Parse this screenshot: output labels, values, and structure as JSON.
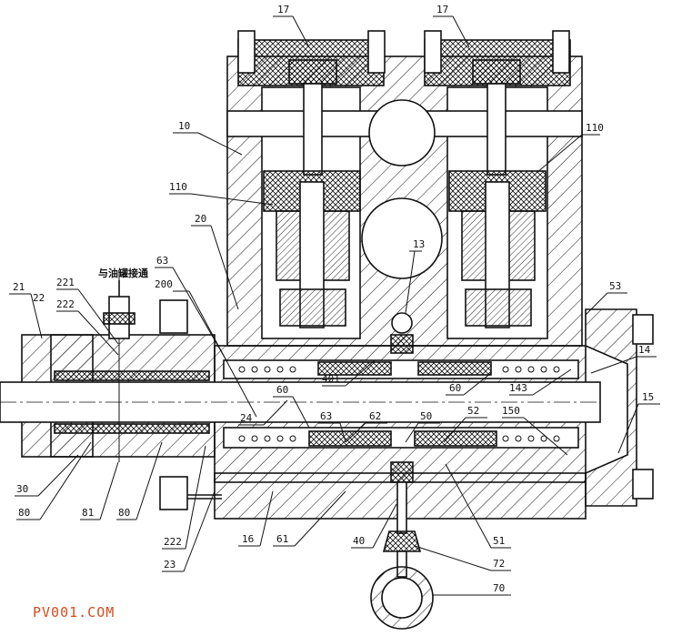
{
  "watermark": "PV001.COM",
  "annotation_text": "与油罐接通",
  "labels": {
    "l17a": "17",
    "l17b": "17",
    "l10": "10",
    "l110a": "110",
    "l110b": "110",
    "l20": "20",
    "l13": "13",
    "l63a": "63",
    "l53": "53",
    "l21": "21",
    "l22": "22",
    "l221": "221",
    "l222a": "222",
    "l200": "200",
    "l401": "401",
    "l60a": "60",
    "l143": "143",
    "l14": "14",
    "l15": "15",
    "l24": "24",
    "l60b": "60",
    "l63b": "63",
    "l62": "62",
    "l50": "50",
    "l52": "52",
    "l150": "150",
    "l30": "30",
    "l80a": "80",
    "l81": "81",
    "l80b": "80",
    "l222b": "222",
    "l23": "23",
    "l16": "16",
    "l61": "61",
    "l40": "40",
    "l51": "51",
    "l72": "72",
    "l70": "70"
  },
  "colors": {
    "line": "#111111",
    "watermark": "#d64b1f"
  }
}
